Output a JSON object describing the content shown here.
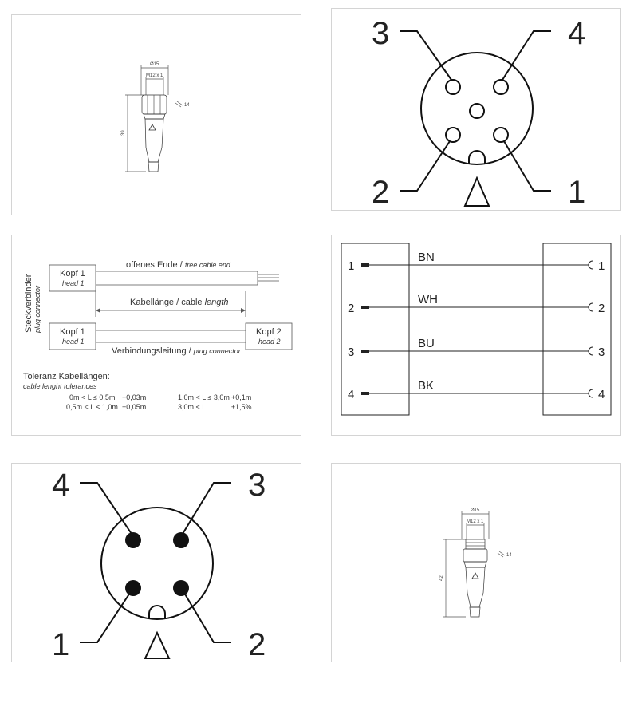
{
  "drawing_female": {
    "dim_diameter": "Ø15",
    "dim_thread": "M12 x 1",
    "dim_length": "39",
    "dim_wrench": "14"
  },
  "pinout_female": {
    "pins": [
      "3",
      "4",
      "2",
      "1"
    ]
  },
  "cable_diagram": {
    "side_label": "Steckverbinder",
    "side_label_en": "plug connector",
    "head1_label": "Kopf 1",
    "head1_label_en": "head 1",
    "head2_label": "Kopf 2",
    "head2_label_en": "head 2",
    "free_end": "offenes Ende / ",
    "free_end_en": "free cable end",
    "cable_length": "Kabellänge / cable ",
    "cable_length_en": "length",
    "connection": "Verbindungsleitung / ",
    "connection_en": "plug connector",
    "tolerance_title": "Toleranz Kabellängen:",
    "tolerance_subtitle": "cable lenght tolerances",
    "tolerances": [
      {
        "range": "0m < L ≤ 0,5m",
        "value": "+0,03m"
      },
      {
        "range": "0,5m < L ≤ 1,0m",
        "value": "+0,05m"
      },
      {
        "range": "1,0m < L ≤ 3,0m",
        "value": "+0,1m"
      },
      {
        "range": "3,0m < L",
        "value": "±1,5%"
      }
    ]
  },
  "wiring": {
    "rows": [
      {
        "left": "1",
        "color": "BN",
        "right": "1"
      },
      {
        "left": "2",
        "color": "WH",
        "right": "2"
      },
      {
        "left": "3",
        "color": "BU",
        "right": "3"
      },
      {
        "left": "4",
        "color": "BK",
        "right": "4"
      }
    ]
  },
  "pinout_male": {
    "pins": [
      "4",
      "3",
      "1",
      "2"
    ]
  },
  "drawing_male": {
    "dim_diameter": "Ø15",
    "dim_thread": "M12 x 1",
    "dim_length": "42",
    "dim_wrench": "14"
  }
}
